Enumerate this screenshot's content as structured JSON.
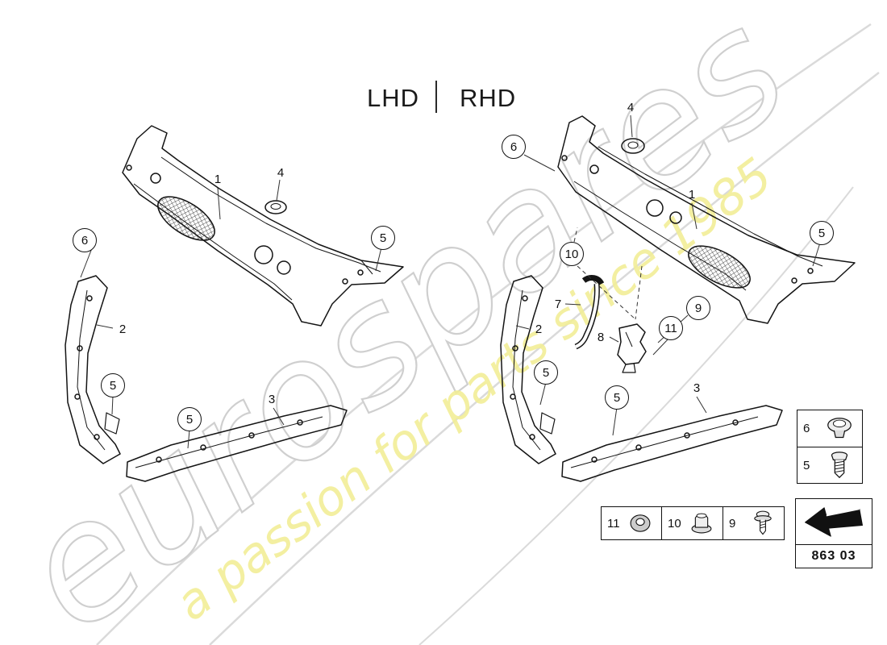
{
  "header": {
    "lhd": "LHD",
    "rhd": "RHD"
  },
  "watermark": {
    "brand": "eurospares",
    "tagline": "a passion for parts since 1985"
  },
  "lhd": {
    "callouts": [
      {
        "label": "1"
      },
      {
        "label": "4"
      },
      {
        "label": "6"
      },
      {
        "label": "5"
      },
      {
        "label": "2"
      },
      {
        "label": "5"
      },
      {
        "label": "3"
      },
      {
        "label": "5"
      }
    ]
  },
  "rhd": {
    "callouts": [
      {
        "label": "6"
      },
      {
        "label": "4"
      },
      {
        "label": "1"
      },
      {
        "label": "5"
      },
      {
        "label": "10"
      },
      {
        "label": "7"
      },
      {
        "label": "9"
      },
      {
        "label": "8"
      },
      {
        "label": "11"
      },
      {
        "label": "2"
      },
      {
        "label": "5"
      },
      {
        "label": "5"
      },
      {
        "label": "3"
      }
    ]
  },
  "legend": {
    "column": [
      {
        "label": "6",
        "icon": "grommet-icon"
      },
      {
        "label": "5",
        "icon": "screw-icon"
      }
    ],
    "row": [
      {
        "label": "11",
        "icon": "washer-icon"
      },
      {
        "label": "10",
        "icon": "flange-nut-icon"
      },
      {
        "label": "9",
        "icon": "screw-washer-icon"
      }
    ]
  },
  "part_code": "863 03"
}
